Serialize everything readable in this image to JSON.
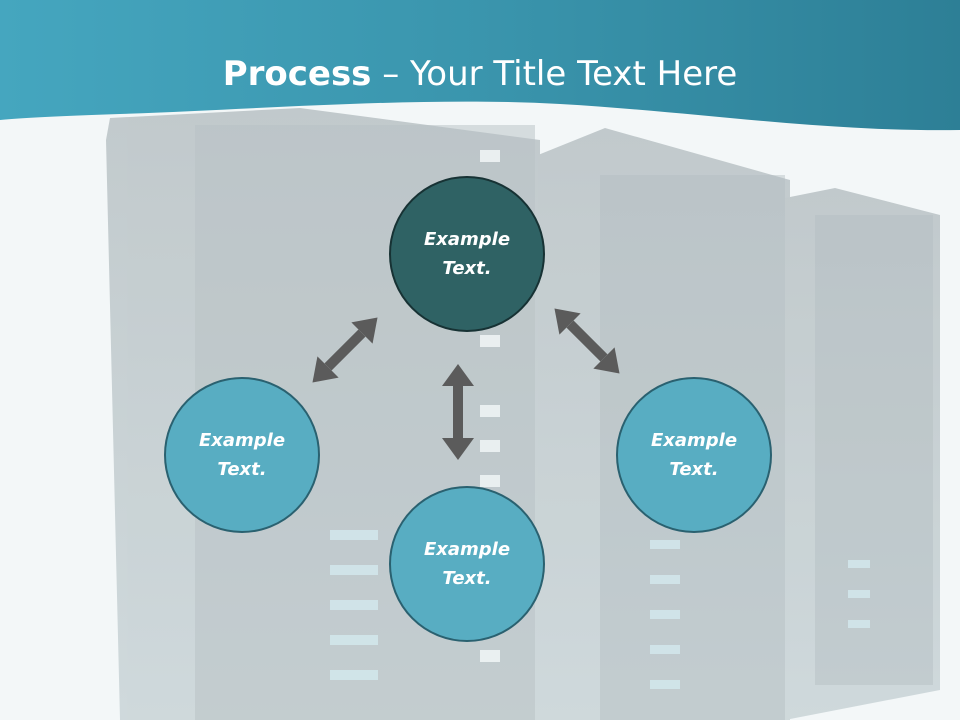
{
  "title": {
    "bold": "Process",
    "rest": " – Your Title Text Here"
  },
  "diagram": {
    "center": {
      "line1": "Example",
      "line2": "Text."
    },
    "left": {
      "line1": "Example",
      "line2": "Text."
    },
    "right": {
      "line1": "Example",
      "line2": "Text."
    },
    "bottom": {
      "line1": "Example",
      "line2": "Text."
    }
  },
  "colors": {
    "header": "#2f8ea6",
    "node_dark": "#2f6264",
    "node_light": "#58adc2",
    "arrow": "#5b5b5b"
  }
}
